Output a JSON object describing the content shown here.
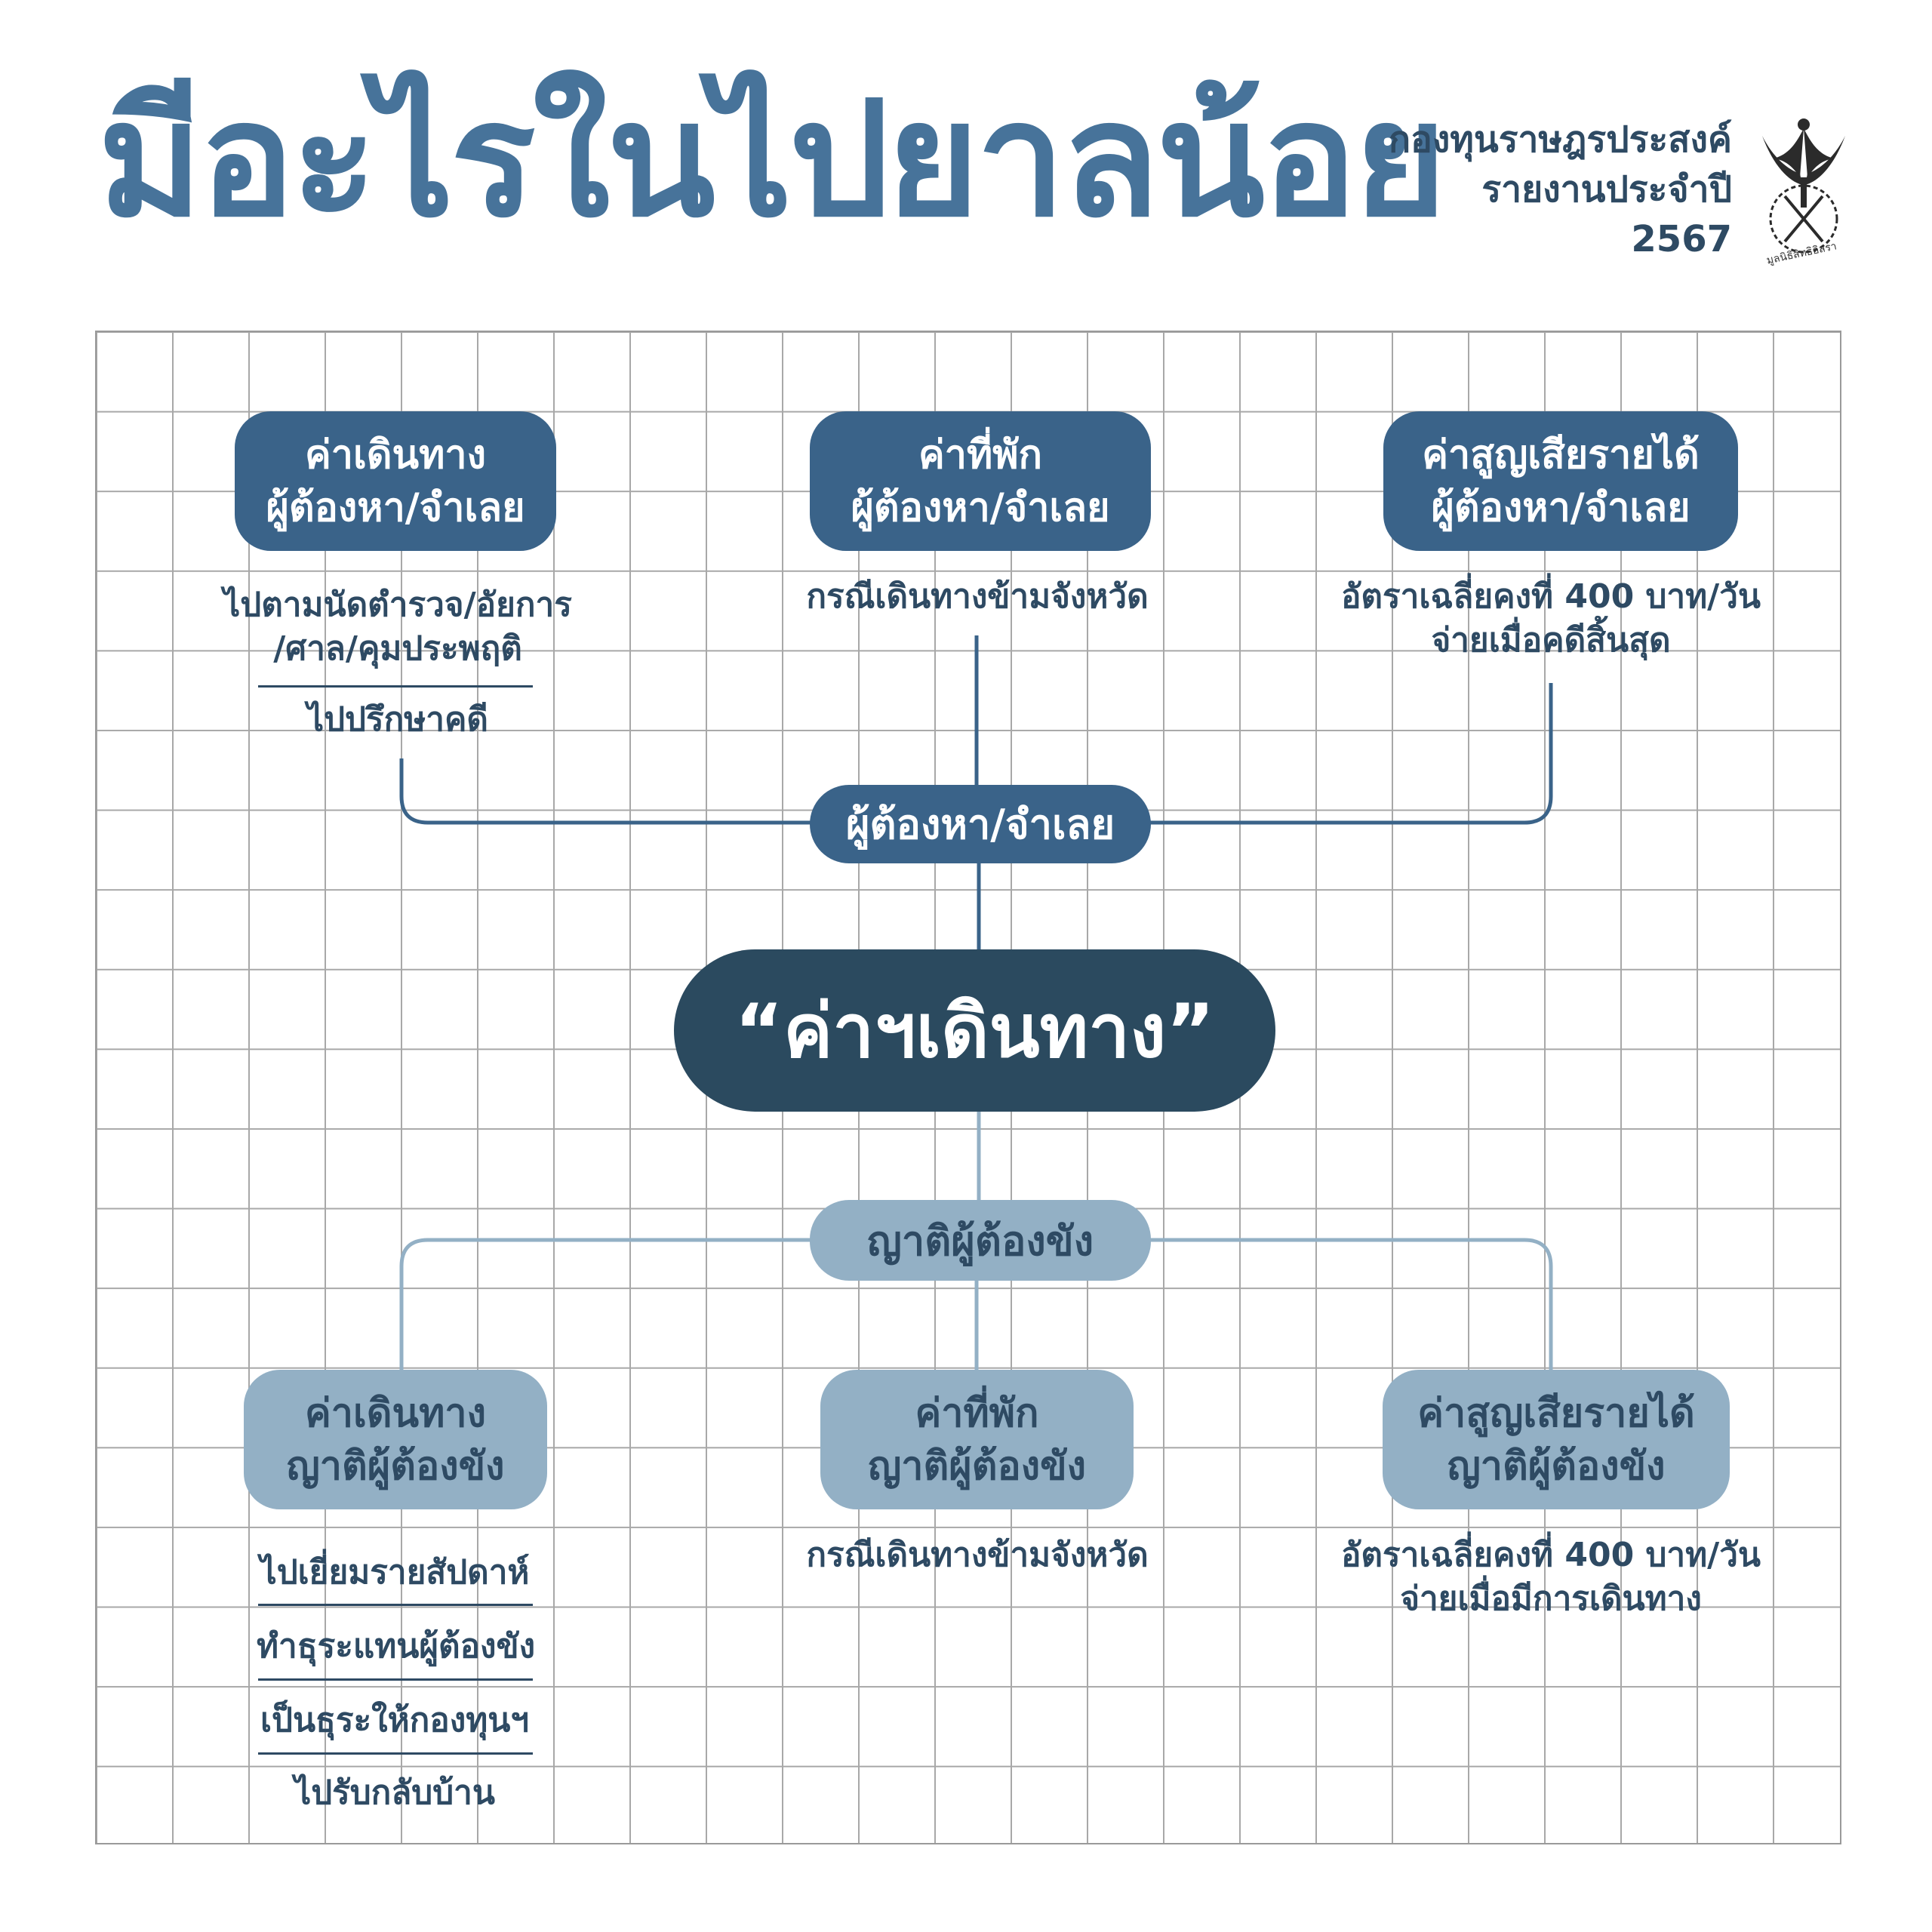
{
  "header": {
    "title": "มีอะไรในไปยาลน้อย",
    "org_lines": [
      "กองทุนราษฎรประสงค์",
      "รายงานประจำปี",
      "2567"
    ],
    "logo_caption": "มูลนิธิสิทธิอิสรา"
  },
  "center": {
    "label": "“ค่าฯเดินทาง”"
  },
  "accused": {
    "hub_label": "ผู้ต้องหา/จำเลย",
    "boxes": [
      {
        "line1": "ค่าเดินทาง",
        "line2": "ผู้ต้องหา/จำเลย"
      },
      {
        "line1": "ค่าที่พัก",
        "line2": "ผู้ต้องหา/จำเลย"
      },
      {
        "line1": "ค่าสูญเสียรายได้",
        "line2": "ผู้ต้องหา/จำเลย"
      }
    ],
    "notes": {
      "travel": [
        "ไปตามนัดตำรวจ/อัยการ",
        "/ศาล/คุมประพฤติ",
        "ไปปรึกษาคดี"
      ],
      "lodging": "กรณีเดินทางข้ามจังหวัด",
      "income": [
        "อัตราเฉลี่ยคงที่ 400 บาท/วัน",
        "จ่ายเมื่อคดีสิ้นสุด"
      ]
    }
  },
  "relatives": {
    "hub_label": "ญาติผู้ต้องขัง",
    "boxes": [
      {
        "line1": "ค่าเดินทาง",
        "line2": "ญาติผู้ต้องขัง"
      },
      {
        "line1": "ค่าที่พัก",
        "line2": "ญาติผู้ต้องขัง"
      },
      {
        "line1": "ค่าสูญเสียรายได้",
        "line2": "ญาติผู้ต้องขัง"
      }
    ],
    "notes": {
      "travel": [
        "ไปเยี่ยมรายสัปดาห์",
        "ทำธุระแทนผู้ต้องขัง",
        "เป็นธุระให้กองทุนฯ",
        "ไปรับกลับบ้าน"
      ],
      "lodging": "กรณีเดินทางข้ามจังหวัด",
      "income": [
        "อัตราเฉลี่ยคงที่ 400 บาท/วัน",
        "จ่ายเมื่อมีการเดินทาง"
      ]
    }
  },
  "colors": {
    "title": "#47739a",
    "dark_box": "#3a6389",
    "center_box": "#2b4a5f",
    "light_box": "#93b0c5",
    "text": "#2e4a63",
    "grid": "#a8a8a8"
  }
}
